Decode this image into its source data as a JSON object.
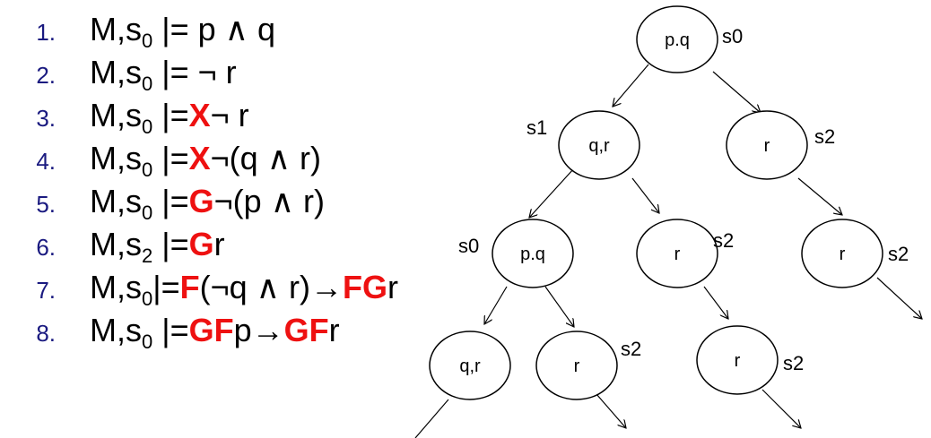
{
  "formulas": [
    {
      "num": "1.",
      "a": "M,s",
      "sub": "0",
      "b": " |= p ∧ q"
    },
    {
      "num": "2.",
      "a": "M,s",
      "sub": "0",
      "b": " |= ¬ r"
    },
    {
      "num": "3.",
      "a": "M,s",
      "sub": "0",
      "b": " |=",
      "op1": "X",
      "c": "¬ r"
    },
    {
      "num": "4.",
      "a": "M,s",
      "sub": "0",
      "b": " |=",
      "op1": "X",
      "c": "¬(q ∧ r)"
    },
    {
      "num": "5.",
      "a": "M,s",
      "sub": "0",
      "b": " |=",
      "op1": "G",
      "c": "¬(p ∧ r)"
    },
    {
      "num": "6.",
      "a": "M,s",
      "sub": "2",
      "b": " |=",
      "op1": "G",
      "c": "r"
    },
    {
      "num": "7.",
      "a": "M,s",
      "sub": "0",
      "b": "|=",
      "op1": "F",
      "c": "(¬q ∧ r)→",
      "op2": "FG",
      "d": "r"
    },
    {
      "num": "8.",
      "a": "M,s",
      "sub": "0",
      "b": " |=",
      "op1": "GF",
      "c": "p→",
      "op2": "GF",
      "d": "r"
    }
  ],
  "tree": {
    "nodes": [
      {
        "id": "n0",
        "text": "p.q",
        "state": "s0"
      },
      {
        "id": "n1",
        "text": "q,r",
        "state": "s1"
      },
      {
        "id": "n2",
        "text": "r",
        "state": "s2"
      },
      {
        "id": "n3",
        "text": "p.q",
        "state": "s0"
      },
      {
        "id": "n4",
        "text": "r",
        "state": "s2"
      },
      {
        "id": "n5",
        "text": "r",
        "state": "s2"
      },
      {
        "id": "n6",
        "text": "q,r",
        "state": ""
      },
      {
        "id": "n7",
        "text": "r",
        "state": "s2"
      },
      {
        "id": "n8",
        "text": "r",
        "state": "s2"
      }
    ]
  },
  "colors": {
    "operator": "#ee1111",
    "number": "#1a1a80",
    "text": "#000000"
  }
}
